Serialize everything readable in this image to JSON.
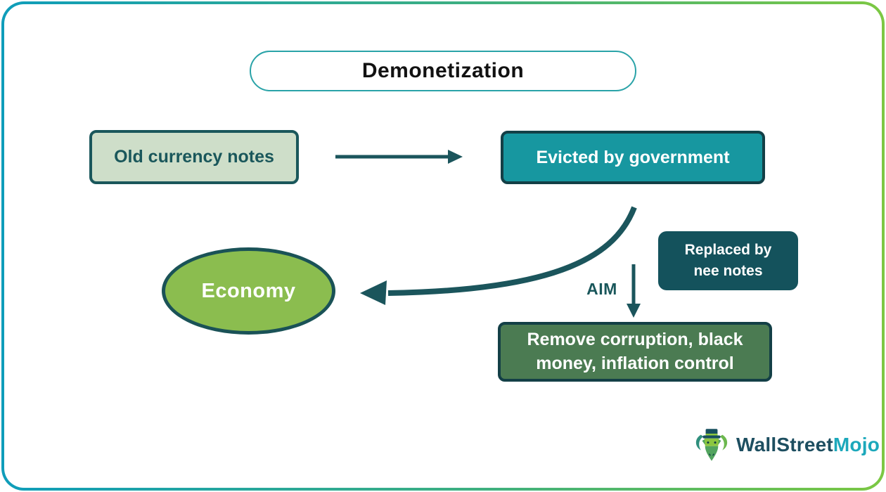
{
  "title": {
    "label": "Demonetization"
  },
  "nodes": {
    "old_currency": {
      "label": "Old currency notes",
      "bg": "#cedec9",
      "border": "#1a575b",
      "text_color": "#1a575b"
    },
    "evicted": {
      "label": "Evicted by government",
      "bg": "#1797a0",
      "border": "#133f46",
      "text_color": "#ffffff"
    },
    "replaced": {
      "label": "Replaced by nee notes",
      "bg": "#14525c",
      "text_color": "#ffffff"
    },
    "goal": {
      "label": "Remove corruption, black money, inflation control",
      "bg": "#4b7b52",
      "border": "#133f46",
      "text_color": "#ffffff"
    },
    "economy": {
      "label": "Economy",
      "bg": "#8bbd4f",
      "border": "#1a5257",
      "text_color": "#ffffff"
    }
  },
  "labels": {
    "aim": "AIM"
  },
  "arrows": {
    "color": "#1b555c"
  },
  "frame": {
    "gradient_start": "#0f9dba",
    "gradient_end": "#7cc843",
    "title_border": "#2aa3a8"
  },
  "logo": {
    "primary": "WallStreet",
    "secondary": "Mojo",
    "primary_color": "#1d4e60",
    "secondary_color": "#1ca8bb"
  }
}
